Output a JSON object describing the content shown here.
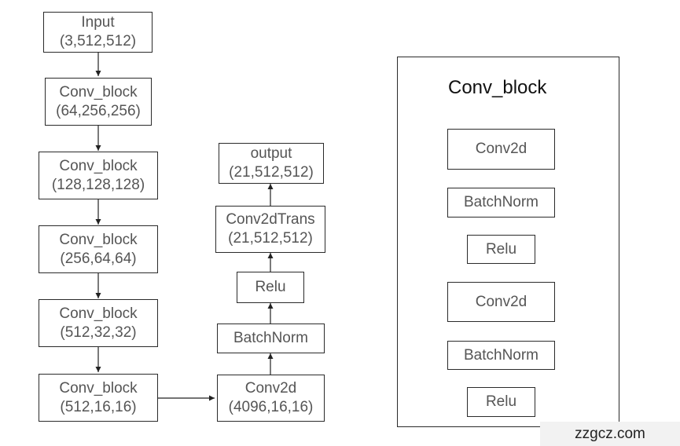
{
  "encoder": {
    "input": {
      "label": "Input",
      "shape": "(3,512,512)"
    },
    "block1": {
      "label": "Conv_block",
      "shape": "(64,256,256)"
    },
    "block2": {
      "label": "Conv_block",
      "shape": "(128,128,128)"
    },
    "block3": {
      "label": "Conv_block",
      "shape": "(256,64,64)"
    },
    "block4": {
      "label": "Conv_block",
      "shape": "(512,32,32)"
    },
    "block5": {
      "label": "Conv_block",
      "shape": "(512,16,16)"
    }
  },
  "head": {
    "conv2d": {
      "label": "Conv2d",
      "shape": "(4096,16,16)"
    },
    "batchnorm": {
      "label": "BatchNorm"
    },
    "relu": {
      "label": "Relu"
    },
    "conv2dtrans": {
      "label": "Conv2dTrans",
      "shape": "(21,512,512)"
    },
    "output": {
      "label": "output",
      "shape": "(21,512,512)"
    }
  },
  "conv_block_detail": {
    "title": "Conv_block",
    "layers": [
      "Conv2d",
      "BatchNorm",
      "Relu",
      "Conv2d",
      "BatchNorm",
      "Relu"
    ]
  },
  "watermark": "zzgcz.com"
}
